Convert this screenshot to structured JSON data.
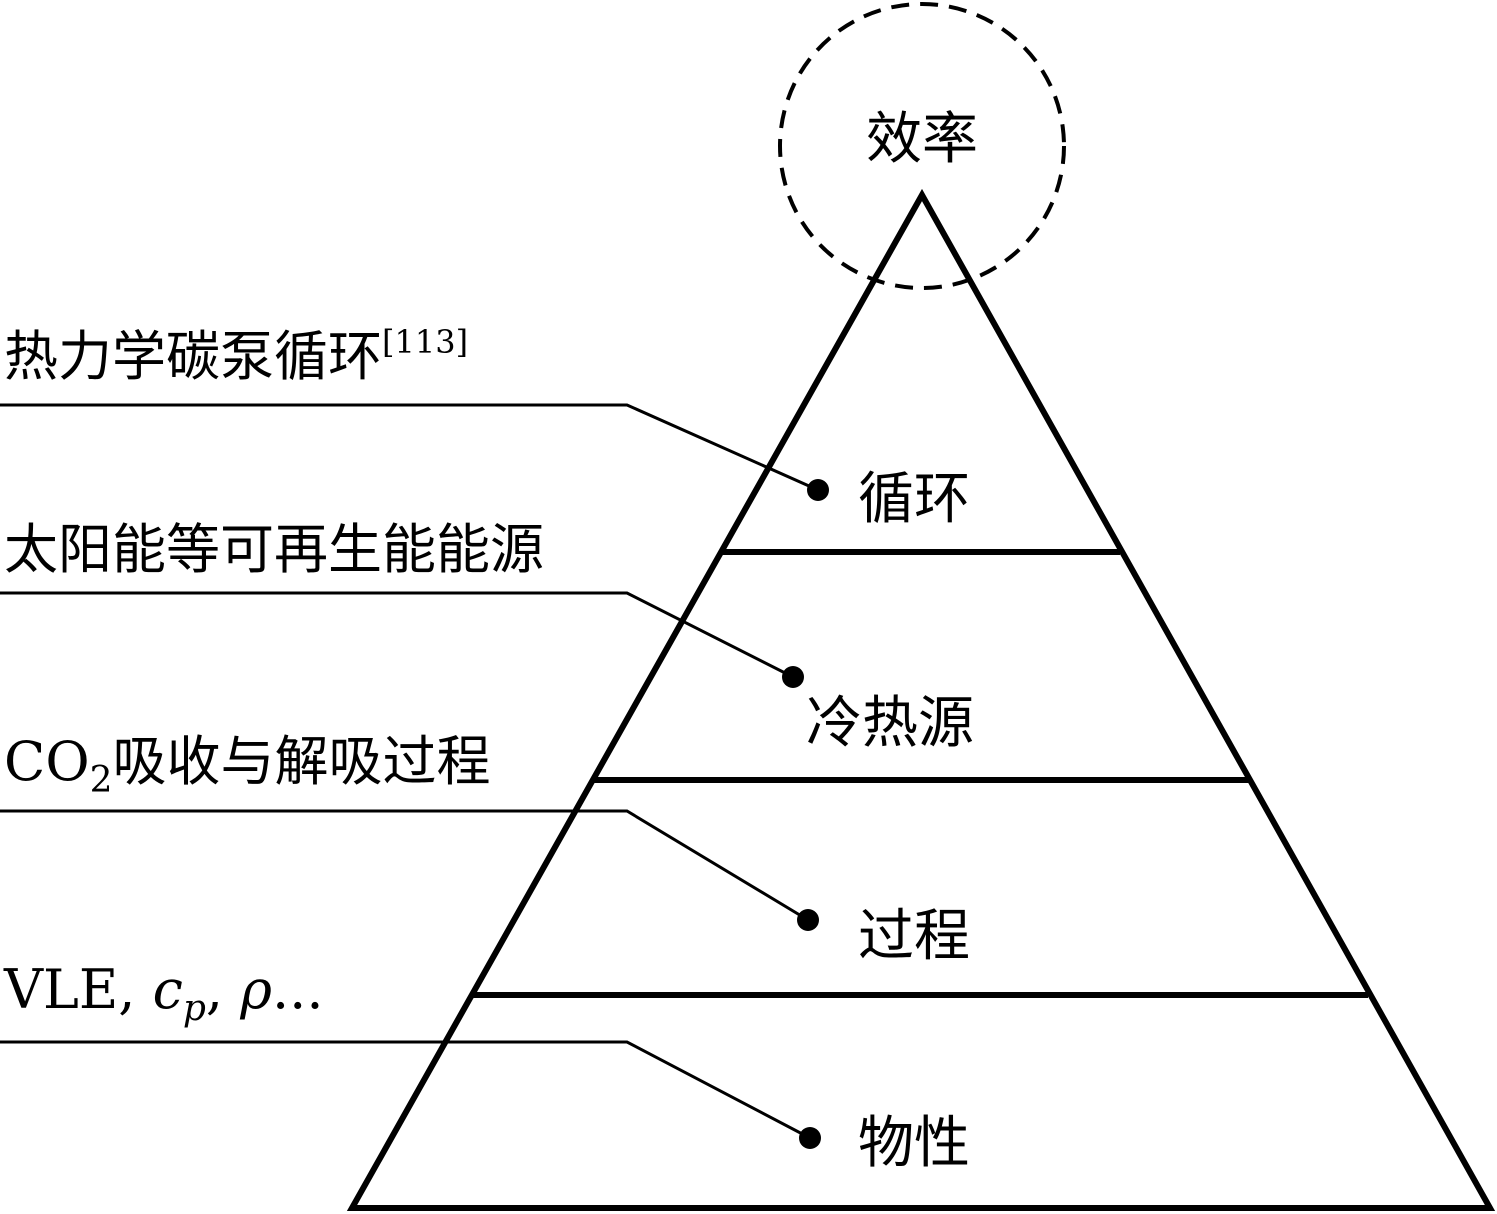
{
  "apex": {
    "label": "效率"
  },
  "layers": [
    {
      "label": "循环",
      "annotation": "热力学碳泵循环",
      "annotation_ref": "[113]"
    },
    {
      "label": "冷热源",
      "annotation": "太阳能等可再生能能源"
    },
    {
      "label": "过程",
      "annotation_prefix": "CO",
      "annotation_sub": "2",
      "annotation": "吸收与解吸过程"
    },
    {
      "label": "物性",
      "annotation_prefix": "VLE, ",
      "annotation_italic_c": "c",
      "annotation_sub": "p",
      "annotation_sep": ", ",
      "annotation_rho": "ρ",
      "annotation": "..."
    }
  ],
  "colors": {
    "stroke": "#000000",
    "background": "#ffffff"
  }
}
